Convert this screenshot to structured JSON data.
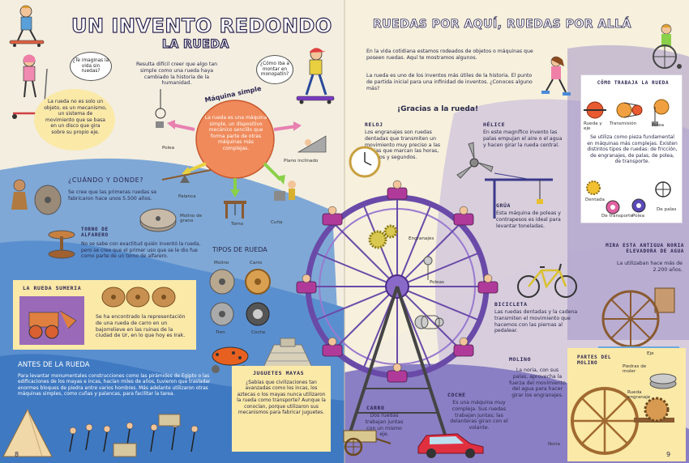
{
  "left": {
    "title": "UN INVENTO REDONDO",
    "subtitle": "LA RUEDA",
    "bubble_life": "¿Te imaginas la vida sin ruedas?",
    "bubble_skate": "¿Cómo iba a montar en monopatín?",
    "wheel_def": "La rueda no es solo un objeto, es un mecanismo, un sistema de movimiento que se basa en un disco que gira sobre su propio eje.",
    "intro": "Resulta difícil creer que algo tan simple como una rueda haya cambiado la historia de la humanidad.",
    "maquina_title": "Máquina simple",
    "maquina_text": "La rueda es una máquina simple, un dispositivo mecánico sencillo que forma parte de otras máquinas más complejas.",
    "labels": {
      "polea": "Polea",
      "plano": "Plano inclinado",
      "palanca": "Palanca",
      "torno": "Torno",
      "cuna": "Cuña"
    },
    "cuando_title": "¿CUÁNDO Y DÓNDE?",
    "cuando_text": "Se cree que las primeras ruedas se fabricaron hace unos 5.500 años.",
    "molino_grano": "Molino de grano",
    "torno_alfarero_title": "TORNO DE ALFARERO",
    "torno_alfarero_text": "No se sabe con exactitud quién inventó la rueda, pero se cree que el primer uso que se le dio fue como parte de un torno de alfarero.",
    "tipos_title": "TIPOS DE RUEDA",
    "tipos": {
      "molino": "Molino",
      "carro": "Carro",
      "tren": "Tren",
      "coche": "Coche"
    },
    "sumeria_title": "LA RUEDA SUMERIA",
    "sumeria_text": "Se ha encontrado la representación de una rueda de carro en un bajorrelieve en las ruinas de la ciudad de Ur, en lo que hoy es Irak.",
    "antes_title": "ANTES DE LA RUEDA",
    "antes_text": "Para levantar monumentales construcciones como las pirámides de Egipto o las edificaciones de los mayas e incas, hacían miles de años, tuvieron que trasladar enormes bloques de piedra entre varios hombres. Más adelante utilizaron otras máquinas simples, como cuñas y palancas, para facilitar la tarea.",
    "juguetes_title": "JUGUETES MAYAS",
    "juguetes_text": "¿Sabías que civilizaciones tan avanzadas como los incas, los aztecas o los mayas nunca utilizaron la rueda como transporte? Aunque la conocían, porque utilizaron sus mecanismos para fabricar juguetes.",
    "page": "8"
  },
  "right": {
    "title": "RUEDAS POR AQUÍ, RUEDAS POR ALLÁ",
    "intro1": "En la vida cotidiana estamos rodeados de objetos o máquinas que poseen ruedas. Aquí te mostramos algunos.",
    "intro2": "La rueda es uno de los inventos más útiles de la historia. El punto de partida inicial para una infinidad de inventos. ¿Conoces alguno más?",
    "gracias": "¡Gracias a la rueda!",
    "reloj_title": "RELOJ",
    "reloj_text": "Los engranajes son ruedas dentadas que transmiten un movimiento muy preciso a las agujas que marcan las horas, minutos y segundos.",
    "helice_title": "HÉLICE",
    "helice_text": "En este magnífico invento las palas empujan el aire o el agua y hacen girar la rueda central.",
    "engranajes": "Engranajes",
    "poleas": "Poleas",
    "grua_title": "GRÚA",
    "grua_text": "Esta máquina de poleas y contrapesos es ideal para levantar toneladas.",
    "como_title": "CÓMO TRABAJA LA RUEDA",
    "como_labels": {
      "eje": "Rueda y eje",
      "transmision": "Transmisión",
      "polea": "Polea"
    },
    "como_text": "Se utiliza como pieza fundamental en máquinas más complejas. Existen distintos tipos de ruedas: de fricción, de engranajes, de palas, de polea, de transporte.",
    "tipos2": {
      "dentada": "Dentada",
      "palas": "De palas",
      "transporte": "De transporte",
      "polea": "Polea"
    },
    "noria_title": "MIRA ESTA ANTIGUA NORIA ELEVADORA DE AGUA",
    "noria_text": "La utilizaban hace más de 2.200 años.",
    "bicicleta_title": "BICICLETA",
    "bicicleta_text": "Las ruedas dentadas y la cadena transmiten el movimiento que hacemos con las piernas al pedalear.",
    "molino_title": "MOLINO",
    "molino_text": "La noria, con sus palas, aprovecha la fuerza del movimiento del agua para hacer girar los engranajes.",
    "partes_title": "PARTES DEL MOLINO",
    "partes": {
      "eje": "Eje",
      "piedras": "Piedras de moler",
      "rueda": "Rueda engranaje",
      "noria": "Noria"
    },
    "coche_title": "COCHE",
    "coche_text": "Es una máquina muy compleja. Sus ruedas trabajan juntas; las delanteras giran con el volante.",
    "carro_title": "CARRO",
    "carro_text": "Dos ruedas trabajan juntas con un mismo eje.",
    "page": "9"
  }
}
